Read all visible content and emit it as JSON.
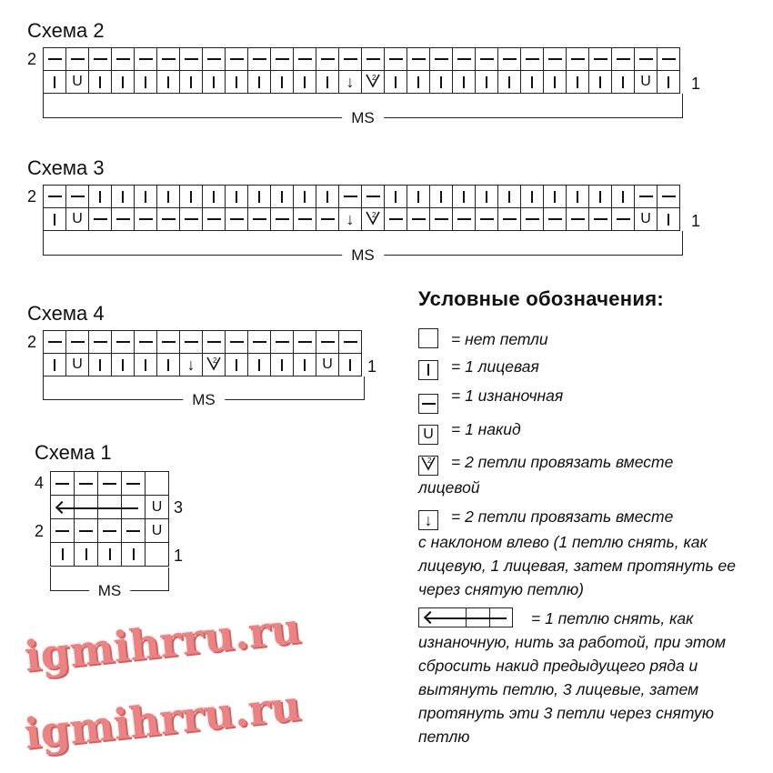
{
  "schemes": [
    {
      "id": "s2",
      "title": "Схема 2",
      "ms": "MS",
      "row_labels": {
        "top": "2",
        "bottom": "1"
      },
      "rows": [
        "pppppppppppppppppppppppppppp",
        "kykkkkkkkkkkkdtkkkkkkkkkkkyk"
      ]
    },
    {
      "id": "s3",
      "title": "Схема 3",
      "ms": "MS",
      "row_labels": {
        "top": "2",
        "bottom": "1"
      },
      "rows": [
        "ppkkkkkkkkkkkppkkkkkkkkkkkpp",
        "kypppppppppppdtpppppppppppyk"
      ]
    },
    {
      "id": "s4",
      "title": "Схема 4",
      "ms": "MS",
      "row_labels": {
        "top": "2",
        "bottom": "1"
      },
      "rows": [
        "pppppppppppppp",
        "kykkkkdtkkkkyk"
      ]
    },
    {
      "id": "s1",
      "title": "Схема 1",
      "ms": "MS",
      "row_labels": {
        "r4": "4",
        "r3": "3",
        "r2": "2",
        "r1": "1"
      },
      "rows": [
        "ppppe",
        "aaaay",
        "ppppy",
        "kkkke"
      ]
    }
  ],
  "legend": {
    "title": "Условные обозначения:",
    "items": [
      {
        "symbol": "e",
        "text": "= нет петли"
      },
      {
        "symbol": "k",
        "text": "= 1 лицевая"
      },
      {
        "symbol": "p",
        "text": "= 1 изнаночная"
      },
      {
        "symbol": "y",
        "text": "= 1 накид"
      },
      {
        "symbol": "t",
        "text": "= 2 петли провязать вместе",
        "cont": "лицевой"
      },
      {
        "symbol": "d",
        "text": "= 2 петли провязать вместе",
        "cont": "с наклоном влево (1 петлю снять, как лицевую, 1 лицевая, затем протянуть ее через снятую петлю)"
      },
      {
        "symbol": "a",
        "text": "= 1 петлю снять, как",
        "cont": "изнаночную, нить за работой, при этом сбросить накид предыдущего ряда и вытянуть петлю, 3 лицевые, затем протянуть эти 3 петли через снятую петлю"
      }
    ]
  },
  "symbols": {
    "k": "knit-stitch-icon",
    "p": "purl-stitch-icon",
    "y": "yarn-over-icon",
    "d": "k2tog-left-icon",
    "t": "k2tog-icon",
    "e": "no-stitch-icon",
    "a": "slip-arrow-icon"
  },
  "watermark": "igmihrru.ru",
  "colors": {
    "watermark": "#e35a5a",
    "ink": "#111111"
  }
}
